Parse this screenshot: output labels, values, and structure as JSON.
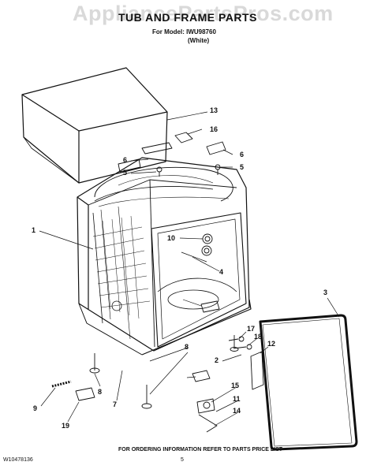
{
  "header": {
    "watermark": "AppliancePartsPros.com",
    "title": "TUB AND FRAME PARTS",
    "model_line": "For Model: IWU98760",
    "color_line": "(White)"
  },
  "callouts": {
    "c13": "13",
    "c16": "16",
    "c6a": "6",
    "c5a": "5",
    "c6b": "6",
    "c5b": "5",
    "c1": "1",
    "c10": "10",
    "c4": "4",
    "c3": "3",
    "c17": "17",
    "c18": "18",
    "c12": "12",
    "c2": "2",
    "c8a": "8",
    "c8b": "8",
    "c9": "9",
    "c7": "7",
    "c15": "15",
    "c11": "11",
    "c14": "14",
    "c19": "19"
  },
  "footer": {
    "part_number": "W10478136",
    "page": "5",
    "note": "FOR ORDERING INFORMATION REFER TO PARTS PRICE LIST"
  }
}
